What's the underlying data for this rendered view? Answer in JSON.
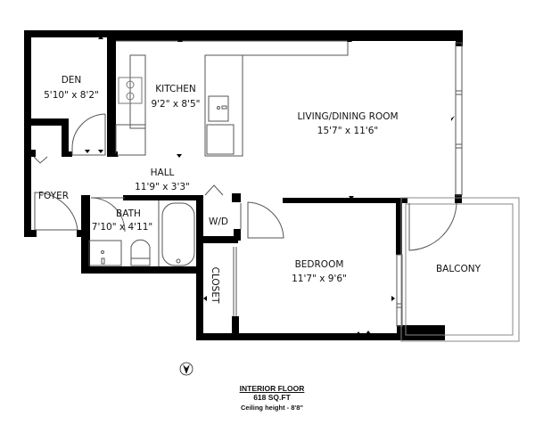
{
  "floorplan": {
    "rooms": [
      {
        "id": "den",
        "name": "DEN",
        "dimensions": "5'10\" x 8'2\""
      },
      {
        "id": "kitchen",
        "name": "KITCHEN",
        "dimensions": "9'2\" x 8'5\""
      },
      {
        "id": "living",
        "name": "LIVING/DINING ROOM",
        "dimensions": "15'7\" x 11'6\""
      },
      {
        "id": "hall",
        "name": "HALL",
        "dimensions": "11'9\" x 3'3\""
      },
      {
        "id": "foyer",
        "name": "FOYER",
        "dimensions": ""
      },
      {
        "id": "bath",
        "name": "BATH",
        "dimensions": "7'10\" x 4'11\""
      },
      {
        "id": "wd",
        "name": "W/D",
        "dimensions": ""
      },
      {
        "id": "closet",
        "name": "CLOSET",
        "dimensions": ""
      },
      {
        "id": "bedroom",
        "name": "BEDROOM",
        "dimensions": "11'7\" x 9'6\""
      },
      {
        "id": "balcony",
        "name": "BALCONY",
        "dimensions": ""
      }
    ],
    "compass": "north-arrow-icon",
    "footer": {
      "title": "INTERIOR FLOOR",
      "area": "618 SQ.FT",
      "ceiling": "Ceiling height - 8'8''"
    },
    "colors": {
      "wall": "#000000",
      "fixture_line": "#555555",
      "background": "#ffffff"
    }
  }
}
